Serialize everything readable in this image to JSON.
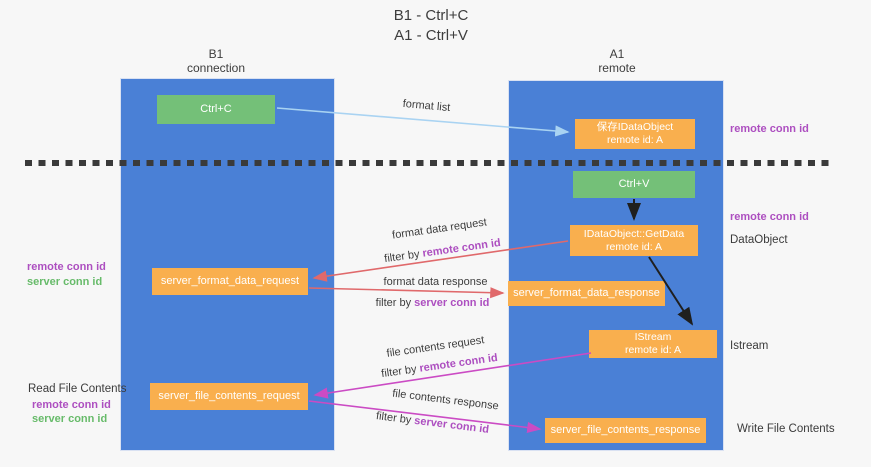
{
  "title": {
    "line1": "B1 - Ctrl+C",
    "line2": "A1 - Ctrl+V"
  },
  "lanes": {
    "left": {
      "name": "B1",
      "role": "connection"
    },
    "right": {
      "name": "A1",
      "role": "remote"
    }
  },
  "nodes": {
    "ctrl_c": {
      "label": "Ctrl+C"
    },
    "save_dataobject": {
      "line1": "保存IDataObject",
      "line2": "remote id: A"
    },
    "ctrl_v": {
      "label": "Ctrl+V"
    },
    "getdata": {
      "line1": "IDataObject::GetData",
      "line2": "remote id: A"
    },
    "format_request": {
      "label": "server_format_data_request"
    },
    "format_response": {
      "label": "server_format_data_response"
    },
    "istream": {
      "line1": "IStream",
      "line2": "remote id: A"
    },
    "file_request": {
      "label": "server_file_contents_request"
    },
    "file_response": {
      "label": "server_file_contents_response"
    }
  },
  "flow_labels": {
    "format_list": "format list",
    "format_data_request": "format data request",
    "format_data_request_filter": {
      "prefix": "filter by ",
      "key": "remote conn id"
    },
    "format_data_response": "format data response",
    "format_data_response_filter": {
      "prefix": "filter by ",
      "key": "server conn id"
    },
    "file_contents_request": "file contents request",
    "file_contents_request_filter": {
      "prefix": "filter by ",
      "key": "remote conn id"
    },
    "file_contents_response": "file contents response",
    "file_contents_response_filter": {
      "prefix": "filter by ",
      "key": "server conn id"
    }
  },
  "side_labels": {
    "left": {
      "format_remote_conn_id": "remote conn id",
      "format_server_conn_id": "server conn id",
      "read_file_contents": "Read File Contents",
      "file_remote_conn_id": "remote conn id",
      "file_server_conn_id": "server conn id"
    },
    "right": {
      "top_remote_conn_id": "remote conn id",
      "mid_remote_conn_id": "remote conn id",
      "dataobject": "DataObject",
      "istream": "Istream",
      "write_file_contents": "Write File Contents"
    }
  },
  "colors": {
    "lane_fill": "#4a80d6",
    "node_orange": "#f9af4e",
    "node_green": "#74c078",
    "arrow_black": "#1f1f1f",
    "arrow_light_blue": "#a9d3f2",
    "arrow_salmon": "#e0696b",
    "arrow_magenta": "#cb4bc4",
    "text_purple": "#ad4fc0",
    "text_green": "#67bb6a",
    "text_dark": "#3d3d3d",
    "background": "#f7f7f7",
    "dashed_line": "#3a3a3a"
  }
}
